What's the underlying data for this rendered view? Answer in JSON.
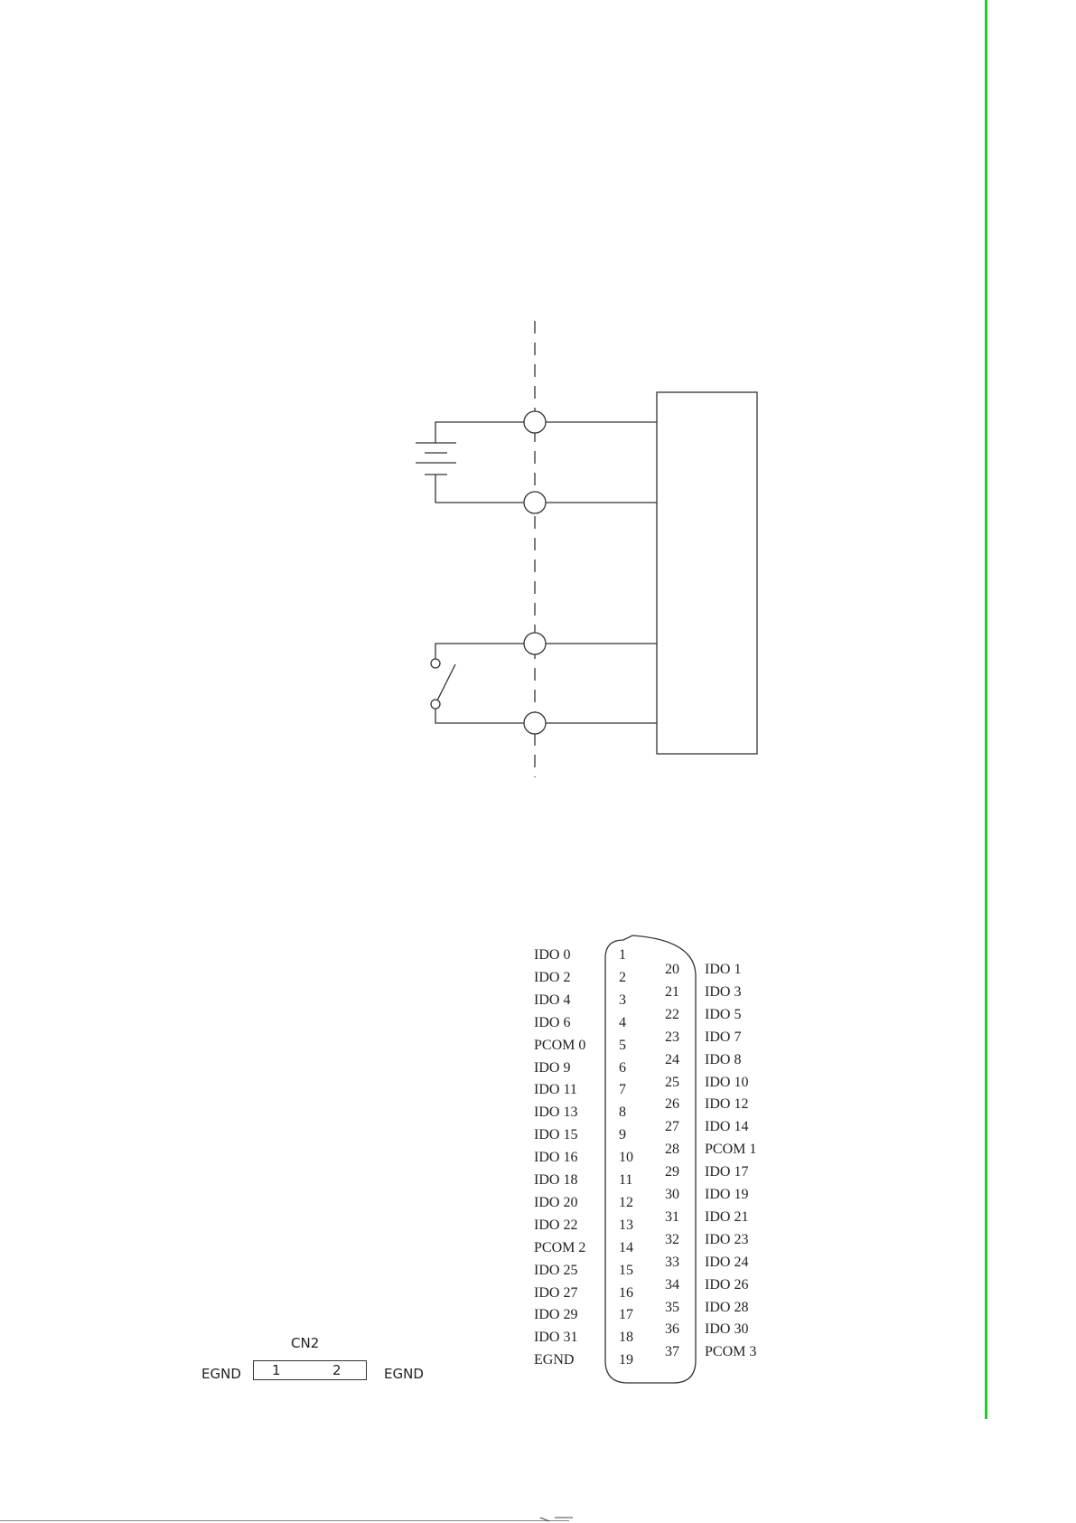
{
  "accent_color": "#22cc22",
  "dio_connector": {
    "left_pins": [
      {
        "pin": "1",
        "signal": "IDO 0"
      },
      {
        "pin": "2",
        "signal": "IDO 2"
      },
      {
        "pin": "3",
        "signal": "IDO 4"
      },
      {
        "pin": "4",
        "signal": "IDO 6"
      },
      {
        "pin": "5",
        "signal": "PCOM 0"
      },
      {
        "pin": "6",
        "signal": "IDO 9"
      },
      {
        "pin": "7",
        "signal": "IDO 11"
      },
      {
        "pin": "8",
        "signal": "IDO 13"
      },
      {
        "pin": "9",
        "signal": "IDO 15"
      },
      {
        "pin": "10",
        "signal": "IDO 16"
      },
      {
        "pin": "11",
        "signal": "IDO 18"
      },
      {
        "pin": "12",
        "signal": "IDO 20"
      },
      {
        "pin": "13",
        "signal": "IDO 22"
      },
      {
        "pin": "14",
        "signal": "PCOM 2"
      },
      {
        "pin": "15",
        "signal": "IDO 25"
      },
      {
        "pin": "16",
        "signal": "IDO 27"
      },
      {
        "pin": "17",
        "signal": "IDO 29"
      },
      {
        "pin": "18",
        "signal": "IDO 31"
      },
      {
        "pin": "19",
        "signal": "EGND"
      }
    ],
    "right_pins": [
      {
        "pin": "20",
        "signal": "IDO 1"
      },
      {
        "pin": "21",
        "signal": "IDO 3"
      },
      {
        "pin": "22",
        "signal": "IDO 5"
      },
      {
        "pin": "23",
        "signal": "IDO 7"
      },
      {
        "pin": "24",
        "signal": "IDO 8"
      },
      {
        "pin": "25",
        "signal": "IDO 10"
      },
      {
        "pin": "26",
        "signal": "IDO 12"
      },
      {
        "pin": "27",
        "signal": "IDO 14"
      },
      {
        "pin": "28",
        "signal": "PCOM 1"
      },
      {
        "pin": "29",
        "signal": "IDO 17"
      },
      {
        "pin": "30",
        "signal": "IDO 19"
      },
      {
        "pin": "31",
        "signal": "IDO 21"
      },
      {
        "pin": "32",
        "signal": "IDO 23"
      },
      {
        "pin": "33",
        "signal": "IDO 24"
      },
      {
        "pin": "34",
        "signal": "IDO 26"
      },
      {
        "pin": "35",
        "signal": "IDO 28"
      },
      {
        "pin": "36",
        "signal": "IDO 30"
      },
      {
        "pin": "37",
        "signal": "PCOM 3"
      }
    ]
  },
  "cn2": {
    "title": "CN2",
    "left_label": "EGND",
    "right_label": "EGND",
    "pin1": "1",
    "pin2": "2"
  }
}
